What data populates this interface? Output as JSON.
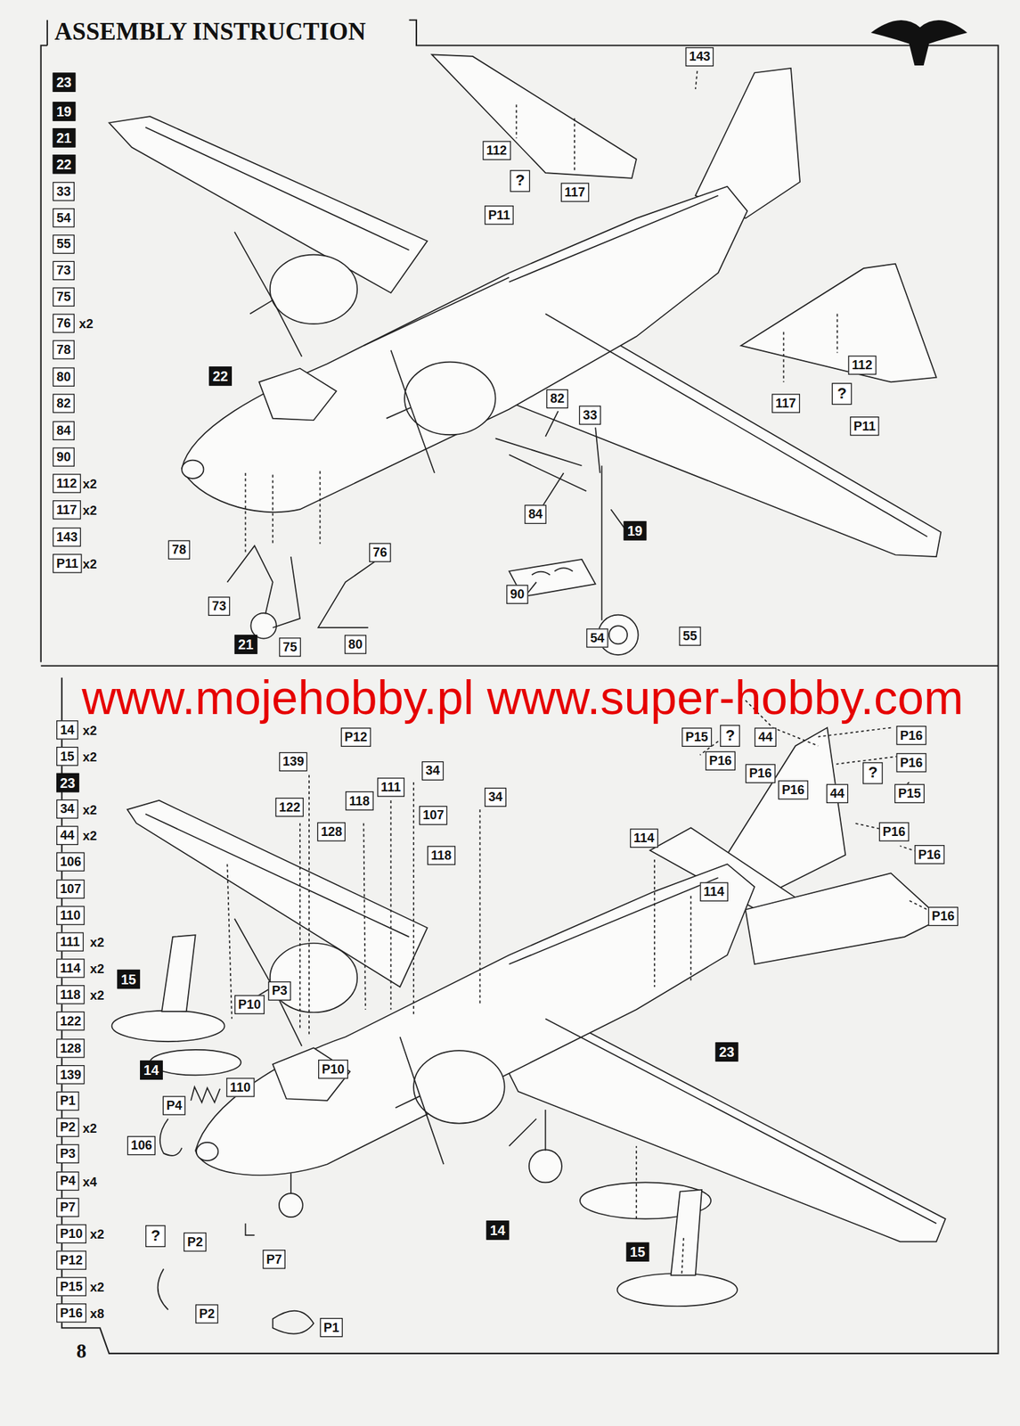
{
  "diagram": {
    "title": "ASSEMBLY INSTRUCTION",
    "labels": [
      "23",
      "19",
      "21",
      "22",
      "33",
      "54",
      "55",
      "73",
      "75",
      "76",
      "x2",
      "78",
      "80",
      "82",
      "84",
      "90",
      "112",
      "x2",
      "117",
      "x2",
      "143",
      "P11",
      "x2",
      "143",
      "112",
      "?",
      "117",
      "P11",
      "112",
      "?",
      "P11",
      "117",
      "22",
      "82",
      "33",
      "84",
      "19",
      "90",
      "54",
      "55",
      "78",
      "76",
      "73",
      "21",
      "75",
      "80",
      "www.mojehobby.pl www.super-hobby.com",
      "14",
      "x2",
      "15",
      "x2",
      "23",
      "34",
      "x2",
      "44",
      "x2",
      "106",
      "107",
      "110",
      "111",
      "x2",
      "114",
      "x2",
      "118",
      "x2",
      "122",
      "128",
      "139",
      "P1",
      "P2",
      "x2",
      "P3",
      "P4",
      "x4",
      "P7",
      "P10",
      "x2",
      "P12",
      "P15",
      "x2",
      "P16",
      "x8",
      "P12",
      "139",
      "34",
      "111",
      "118",
      "107",
      "34",
      "122",
      "128",
      "118",
      "114",
      "114",
      "15",
      "P3",
      "P10",
      "P10",
      "14",
      "P4",
      "110",
      "106",
      "?",
      "P2",
      "P7",
      "P2",
      "P1",
      "23",
      "14",
      "15",
      "P15",
      "?",
      "44",
      "P16",
      "P16",
      "P16",
      "P16",
      "P16",
      "?",
      "P15",
      "44",
      "P16",
      "P16",
      "P16",
      "8"
    ]
  }
}
